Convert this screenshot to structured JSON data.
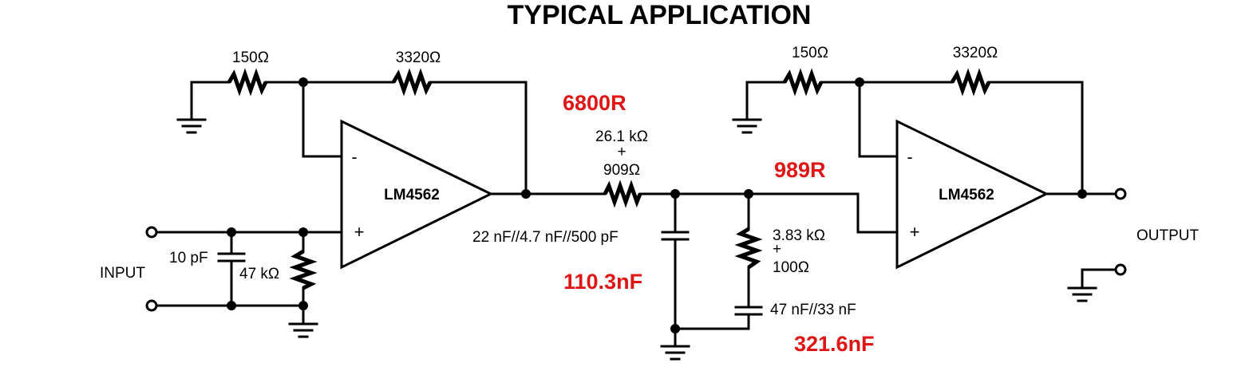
{
  "title": "TYPICAL APPLICATION",
  "stage1": {
    "r_ground_label": "150Ω",
    "r_feedback_label": "3320Ω",
    "opamp_label": "LM4562",
    "minus": "-",
    "plus": "+",
    "c_input_label": "10 pF",
    "r_input_label": "47 kΩ"
  },
  "filter": {
    "r_series_line1": "26.1 kΩ",
    "r_series_plus": "+",
    "r_series_line2": "909Ω",
    "c_shunt_label": "22 nF//4.7 nF//500 pF",
    "r_shunt_line1": "3.83 kΩ",
    "r_shunt_plus": "+",
    "r_shunt_line2": "100Ω",
    "c_series_label": "47 nF//33 nF"
  },
  "stage2": {
    "r_ground_label": "150Ω",
    "r_feedback_label": "3320Ω",
    "opamp_label": "LM4562",
    "minus": "-",
    "plus": "+"
  },
  "io": {
    "input_label": "INPUT",
    "output_label": "OUTPUT"
  },
  "annotations": {
    "r_series_total": "6800R",
    "r_shunt_total": "989R",
    "c_shunt_total": "110.3nF",
    "c_series_total": "321.6nF"
  }
}
